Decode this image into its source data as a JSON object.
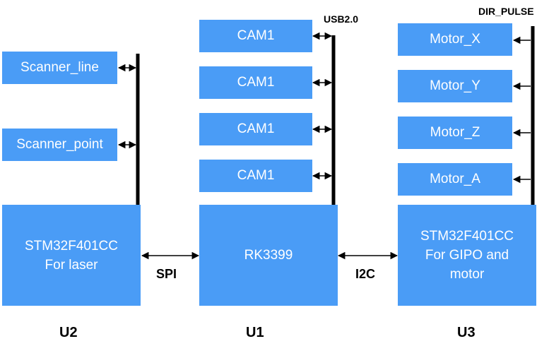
{
  "colors": {
    "box_fill": "#4a9cf6",
    "box_text": "#ffffff",
    "line": "#000000"
  },
  "u2": {
    "peripherals": [
      "Scanner_line",
      "Scanner_point"
    ],
    "controller": {
      "line1": "STM32F401CC",
      "line2": "For laser"
    },
    "unit_label": "U2"
  },
  "u1": {
    "bus_label": "USB2.0",
    "peripherals": [
      "CAM1",
      "CAM1",
      "CAM1",
      "CAM1"
    ],
    "controller": {
      "line1": "RK3399"
    },
    "unit_label": "U1"
  },
  "u3": {
    "bus_label": "DIR_PULSE",
    "peripherals": [
      "Motor_X",
      "Motor_Y",
      "Motor_Z",
      "Motor_A"
    ],
    "controller": {
      "line1": "STM32F401CC",
      "line2": "For GIPO and",
      "line3": "motor"
    },
    "unit_label": "U3"
  },
  "links": {
    "u2_u1": "SPI",
    "u1_u3": "I2C"
  }
}
